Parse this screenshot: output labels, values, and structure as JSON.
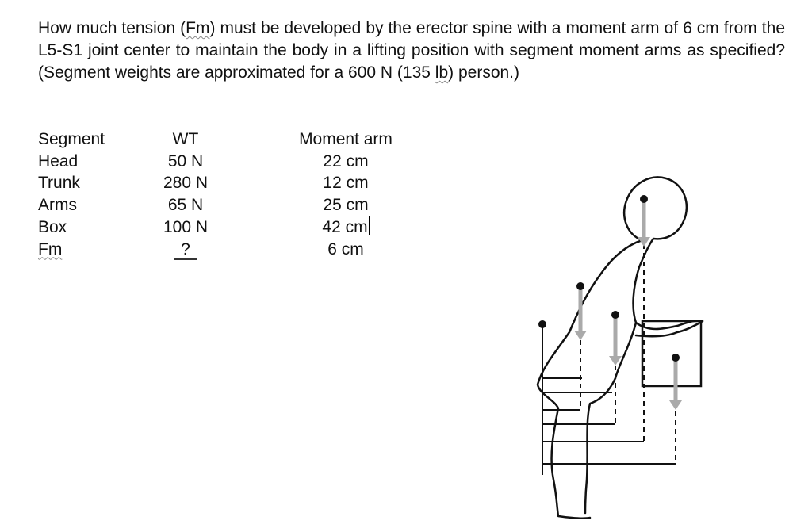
{
  "question": {
    "before_fm": "How much tension (",
    "fm": "Fm",
    "middle": ") must be developed by the erector spine with a moment arm of 6 cm from the L5-S1 joint center to maintain the body in a lifting position with segment moment arms as specified? (Segment weights are approximated for a 600 N (135 ",
    "lb": "lb",
    "after_lb": ") person.)"
  },
  "table": {
    "headers": {
      "segment": "Segment",
      "weight": "WT",
      "moment_arm": "Moment arm"
    },
    "rows": [
      {
        "segment": "Head",
        "weight": "50 N",
        "moment_arm": "22 cm"
      },
      {
        "segment": "Trunk",
        "weight": "280 N",
        "moment_arm": "12 cm"
      },
      {
        "segment": "Arms",
        "weight": "65 N",
        "moment_arm": "25 cm"
      },
      {
        "segment": "Box",
        "weight": "100 N",
        "moment_arm": "42 cm"
      },
      {
        "segment": "Fm",
        "weight": "?",
        "moment_arm": "6 cm"
      }
    ]
  },
  "figure": {
    "icon": "lifting-person-diagram-icon",
    "colors": {
      "line": "#111111",
      "arrow": "#aaaaaa"
    }
  }
}
